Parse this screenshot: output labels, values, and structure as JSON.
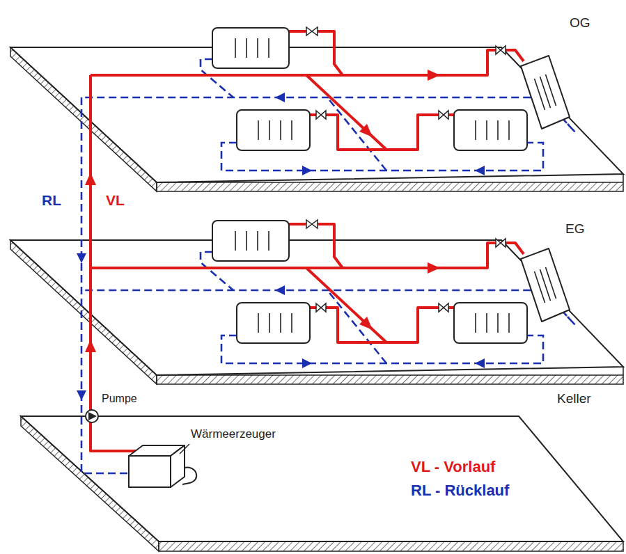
{
  "diagram": {
    "labels": [
      "OG",
      "EG",
      "Keller",
      "RL",
      "VL",
      "Pumpe",
      "Wärmeerzeuger",
      "VL - Vorlauf",
      "RL - Rücklauf"
    ]
  }
}
